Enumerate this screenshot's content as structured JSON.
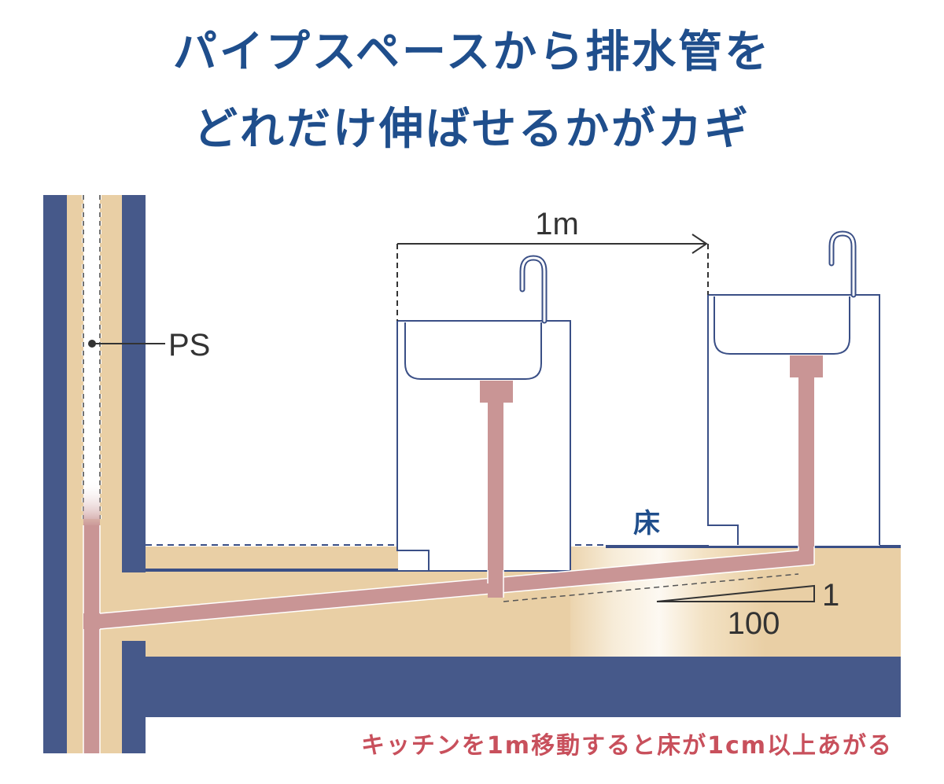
{
  "title": {
    "line1": "パイプスペースから排水管を",
    "line2": "どれだけ伸ばせるかがカギ"
  },
  "labels": {
    "pipe_space": "PS",
    "distance": "1m",
    "floor": "床",
    "slope_rise": "1",
    "slope_run": "100"
  },
  "caption": "キッチンを1m移動すると床が1cm以上あがる",
  "colors": {
    "title": "#1f4e8c",
    "wall": "#46598a",
    "fill": "#e9cfa5",
    "pipe": "#c99595",
    "outline": "#3a4f86",
    "caption": "#c8505c",
    "dimension": "#333333"
  }
}
